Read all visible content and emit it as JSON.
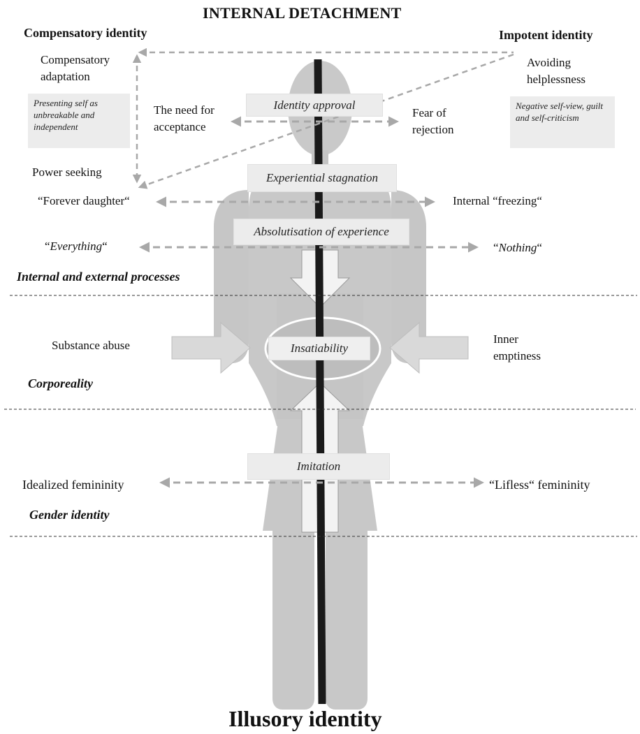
{
  "title": "INTERNAL DETACHMENT",
  "bottom_title": "Illusory identity",
  "headers": {
    "left": "Compensatory identity",
    "right": "Impotent identity"
  },
  "left_labels": {
    "compensatory_adaptation": [
      "Compensatory",
      "adaptation"
    ],
    "power_seeking": "Power seeking",
    "presenting_note": "Presenting self as unbreakable and independent"
  },
  "right_labels": {
    "avoiding_helplessness": [
      "Avoiding",
      "helplessness"
    ],
    "negative_note": "Negative self-view, guilt and self-criticism"
  },
  "center_boxes": {
    "identity_approval": "Identity approval",
    "experiential_stagnation": "Experiential stagnation",
    "absolutisation": "Absolutisation of experience",
    "insatiability": "Insatiability",
    "imitation": "Imitation"
  },
  "pairs": {
    "need_for_acceptance": [
      "The need for",
      "acceptance"
    ],
    "fear_of_rejection": [
      "Fear of",
      "rejection"
    ],
    "forever_daughter": "“Forever daughter“",
    "internal_freezing": "Internal “freezing“",
    "everything_open": "“",
    "everything_word": "Everything",
    "everything_close": "“",
    "nothing_open": "“",
    "nothing_word": "Nothing",
    "nothing_close": "“",
    "substance_abuse": "Substance abuse",
    "inner_emptiness": [
      "Inner",
      "emptiness"
    ],
    "idealized_femininity": "Idealized femininity",
    "lifless_femininity": "“Lifless“ femininity"
  },
  "sections": {
    "processes": "Internal and external processes",
    "corporeality": "Corporeality",
    "gender_identity": "Gender identity"
  },
  "colors": {
    "figure": "#c8c8c8",
    "figure_light": "#d6d6d6",
    "arrow": "#a8a8a8",
    "spine": "#1a1a1a",
    "box": "#ececec"
  }
}
